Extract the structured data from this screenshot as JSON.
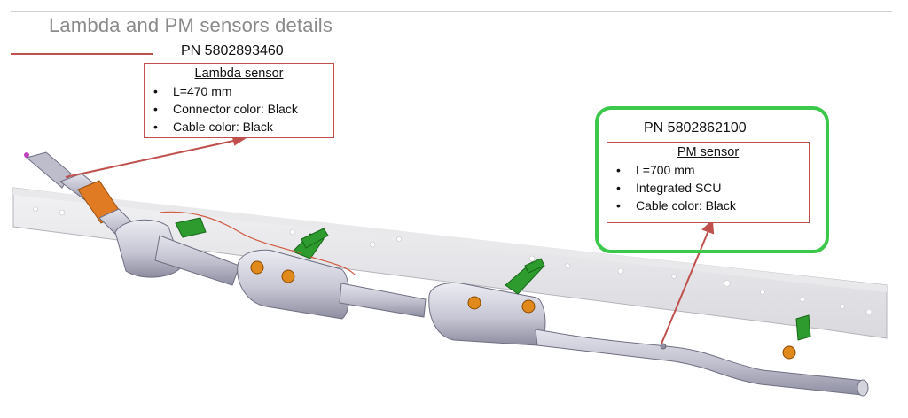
{
  "slide": {
    "title": "Lambda and PM sensors details"
  },
  "lambda": {
    "part_number": "PN 5802893460",
    "heading": "Lambda sensor",
    "bullets": [
      "L=470 mm",
      "Connector color: Black",
      "Cable color: Black"
    ]
  },
  "pm": {
    "part_number": "PN 5802862100",
    "heading": "PM sensor",
    "bullets": [
      "L=700 mm",
      "Integrated SCU",
      "Cable color: Black"
    ]
  },
  "colors": {
    "callout_border": "#c0504d",
    "highlight": "#3cc84a",
    "pipe": "#c9c9d6",
    "flex": "#e07b24",
    "bracket": "#2e9b2e"
  },
  "icons": [
    "lambda-sensor-icon",
    "pm-sensor-icon",
    "catalytic-flex-icon",
    "mounting-bracket-icon"
  ]
}
